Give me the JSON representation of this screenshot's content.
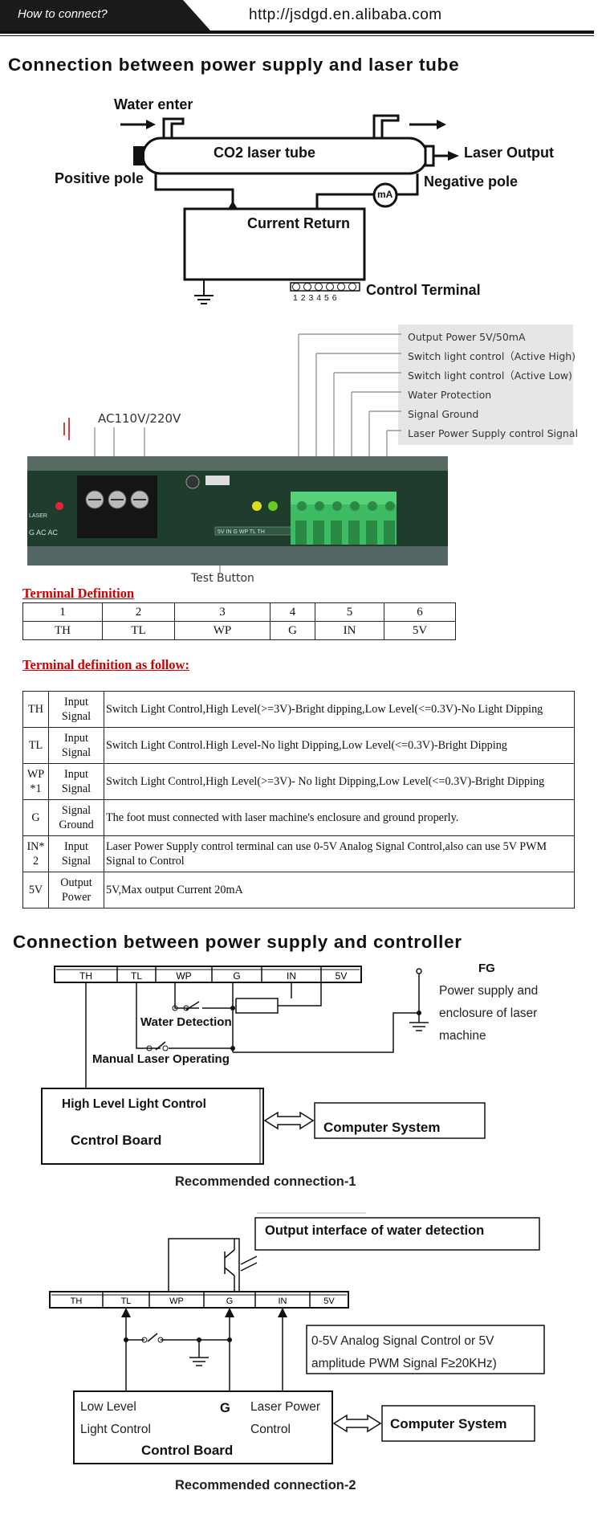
{
  "header": {
    "tab_label": "How to connect?",
    "url": "http://jsdgd.en.alibaba.com"
  },
  "section1": {
    "title": "Connection between  power supply and laser tube",
    "water_enter": "Water enter",
    "tube_label": "CO2 laser tube",
    "laser_output": "Laser Output",
    "positive_pole": "Positive pole",
    "negative_pole": "Negative pole",
    "ma": "mA",
    "current_return": "Current Return",
    "control_terminal": "Control Terminal",
    "terminal_numbers": "1 2 3 4 5 6"
  },
  "board": {
    "labels": [
      "Output Power 5V/50mA",
      "Switch light control（Active High)",
      "Switch light control（Active Low)",
      "Water Protection",
      "Signal Ground",
      "Laser Power Supply control Signal"
    ],
    "ac_label": "AC110V/220V",
    "test_button": "Test Button",
    "pcb_text": "G  AC  AC",
    "pcb_laser": "LASER",
    "pcb_pins": "5V IN G WP TL TH"
  },
  "terminal_definition": {
    "title": "Terminal Definition",
    "numbers": [
      "1",
      "2",
      "3",
      "4",
      "5",
      "6"
    ],
    "codes": [
      "TH",
      "TL",
      "WP",
      "G",
      "IN",
      "5V"
    ]
  },
  "terminal_follow": {
    "title": "Terminal definition as follow:",
    "rows": [
      {
        "code": "TH",
        "type": "Input Signal",
        "desc": "Switch Light Control,High Level(>=3V)-Bright dipping,Low Level(<=0.3V)-No Light Dipping"
      },
      {
        "code": "TL",
        "type": "Input Signal",
        "desc": "Switch Light Control.High Level-No light Dipping,Low Level(<=0.3V)-Bright Dipping"
      },
      {
        "code": "WP *1",
        "type": "Input Signal",
        "desc": "Switch Light Control,High Level(>=3V)- No light Dipping,Low Level(<=0.3V)-Bright Dipping"
      },
      {
        "code": "G",
        "type": "Signal Ground",
        "desc": "The foot must connected with laser machine's enclosure and ground properly."
      },
      {
        "code": "IN* 2",
        "type": "Input Signal",
        "desc": "Laser Power Supply control terminal can use 0-5V Analog Signal Control,also can use 5V PWM Signal to Control"
      },
      {
        "code": "5V",
        "type": "Output Power",
        "desc": "5V,Max output Current 20mA"
      }
    ]
  },
  "section2": {
    "title": "Connection between  power supply and controller",
    "terminals": [
      "TH",
      "TL",
      "WP",
      "G",
      "IN",
      "5V"
    ],
    "fg": "FG",
    "fg_desc": [
      "Power supply and",
      "enclosure of laser",
      "machine"
    ],
    "water_detection": "Water Detection",
    "manual_laser": "Manual Laser Operating",
    "high_level": "High Level Light Control",
    "control_board": "Ccntrol Board",
    "computer_system": "Computer System",
    "caption": "Recommended connection-1"
  },
  "section3": {
    "output_interface": "Output interface of water detection",
    "terminals": [
      "TH",
      "TL",
      "WP",
      "G",
      "IN",
      "5V"
    ],
    "analog_text": [
      "0-5V Analog Signal Control or 5V",
      "amplitude PWM Signal F≥20KHz)"
    ],
    "low_level": [
      "Low Level",
      "Light Control"
    ],
    "g_label": "G",
    "laser_power": [
      "Laser Power",
      "Control"
    ],
    "control_board": "Control Board",
    "computer_system": "Computer System",
    "caption": "Recommended connection-2"
  }
}
